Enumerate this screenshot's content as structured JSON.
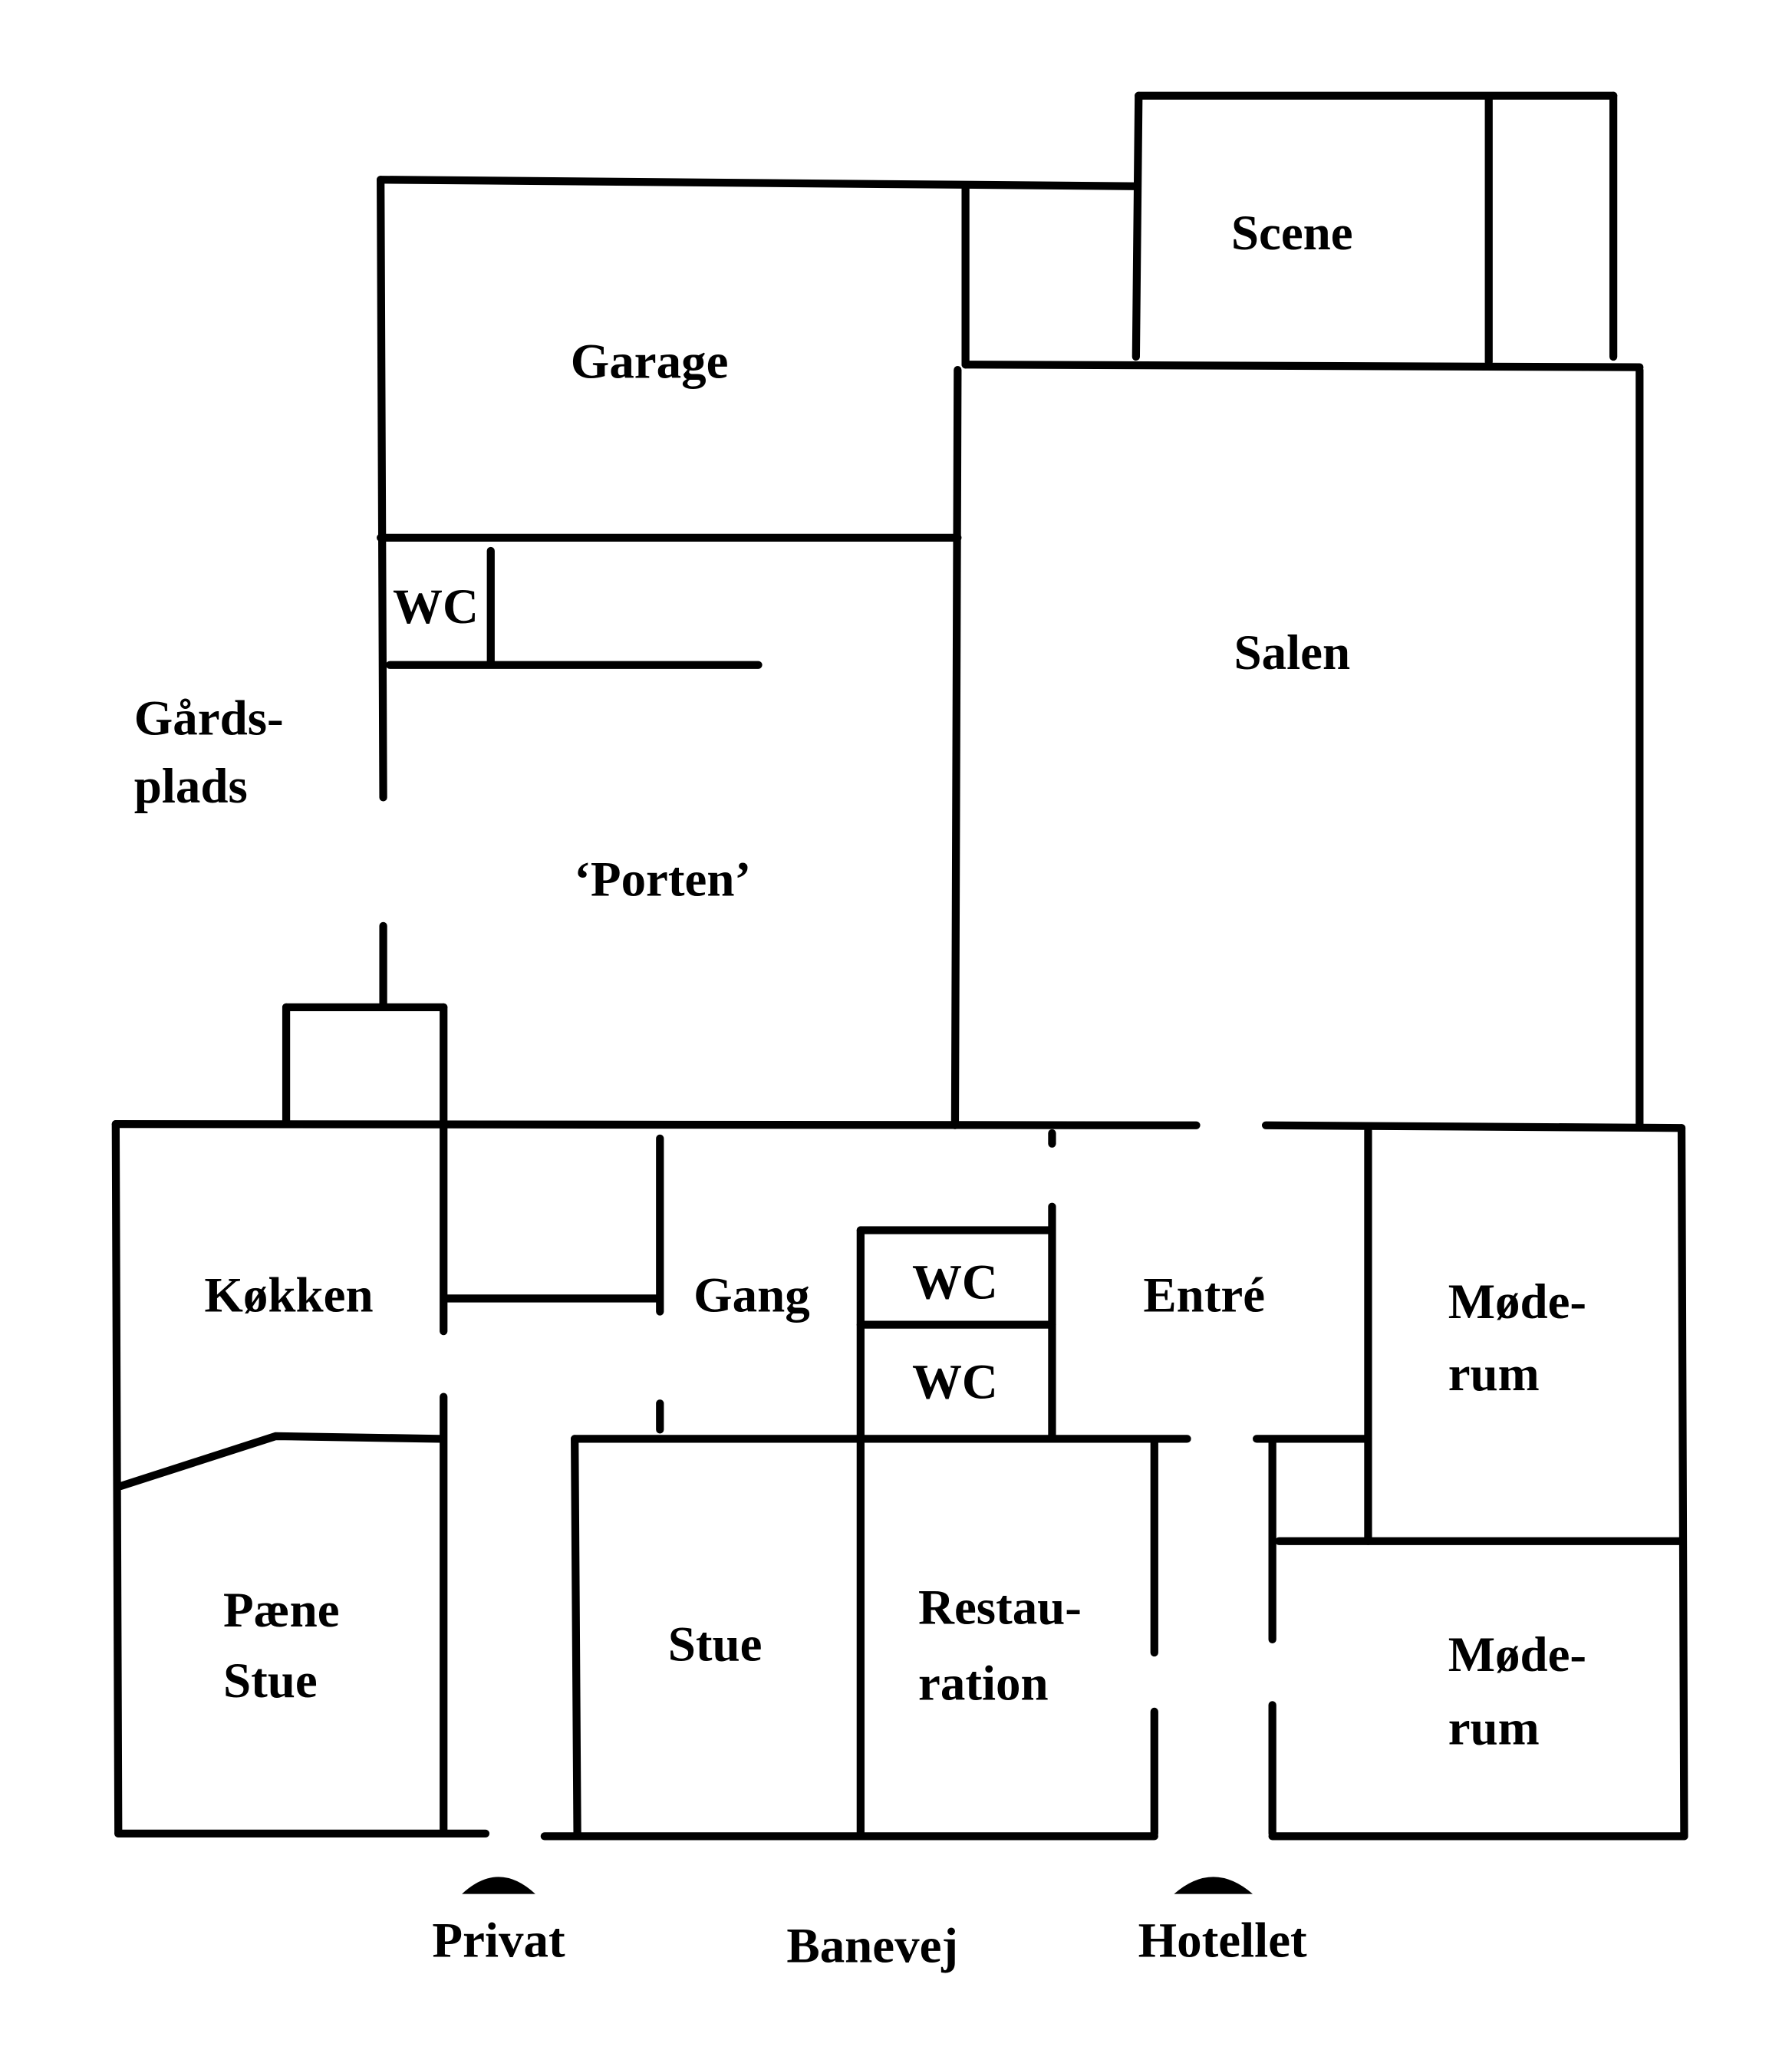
{
  "title": "Floor plan",
  "rooms": {
    "scene": "Scene",
    "garage": "Garage",
    "salen": "Salen",
    "wc_upper": "WC",
    "gaardsplads_line1": "Gårds-",
    "gaardsplads_line2": "plads",
    "porten": "‘Porten’",
    "koekken": "Køkken",
    "gang": "Gang",
    "wc_1": "WC",
    "wc_2": "WC",
    "entre": "Entré",
    "moederum1_line1": "Møde-",
    "moederum1_line2": "rum",
    "paene_stue_line1": "Pæne",
    "paene_stue_line2": "Stue",
    "stue": "Stue",
    "restauration_line1": "Restau-",
    "restauration_line2": "ration",
    "moederum2_line1": "Møde-",
    "moederum2_line2": "rum"
  },
  "entrances": {
    "privat": "Privat",
    "banevej": "Banevej",
    "hotellet": "Hotellet"
  },
  "colors": {
    "line": "#000000",
    "background": "#ffffff"
  }
}
